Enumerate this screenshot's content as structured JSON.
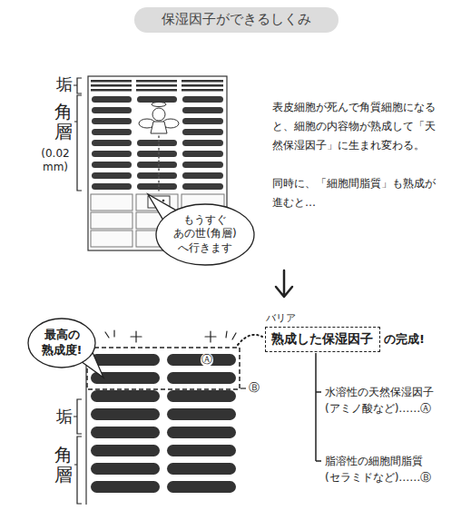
{
  "diagram": {
    "nodes": [
      {
        "text": [
          "保湿因子ができるしくみ"
        ]
      },
      {
        "text": [
          "もうすぐ あの世(角層) へ行きます"
        ]
      },
      {
        "text": [
          "最高の 熟成度!"
        ]
      },
      {
        "text": [
          "バリア",
          "熟成した保湿因子"
        ]
      }
    ],
    "labels": [
      "垢",
      "角層",
      "(0.02 mm)",
      "表皮細胞が死んで角質細胞になると、細胞の内容物が熟成して「天然保湿因子」に生まれ変わる。",
      "同時に、「細胞間脂質」も熟成が進むと…",
      "の完成!",
      "水溶性の天然保湿因子 (アミノ酸など)……Ⓐ",
      "脂溶性の細胞間脂質 (セラミドなど)……Ⓑ",
      "Ⓐ",
      "Ⓑ",
      "垢",
      "角層"
    ]
  }
}
